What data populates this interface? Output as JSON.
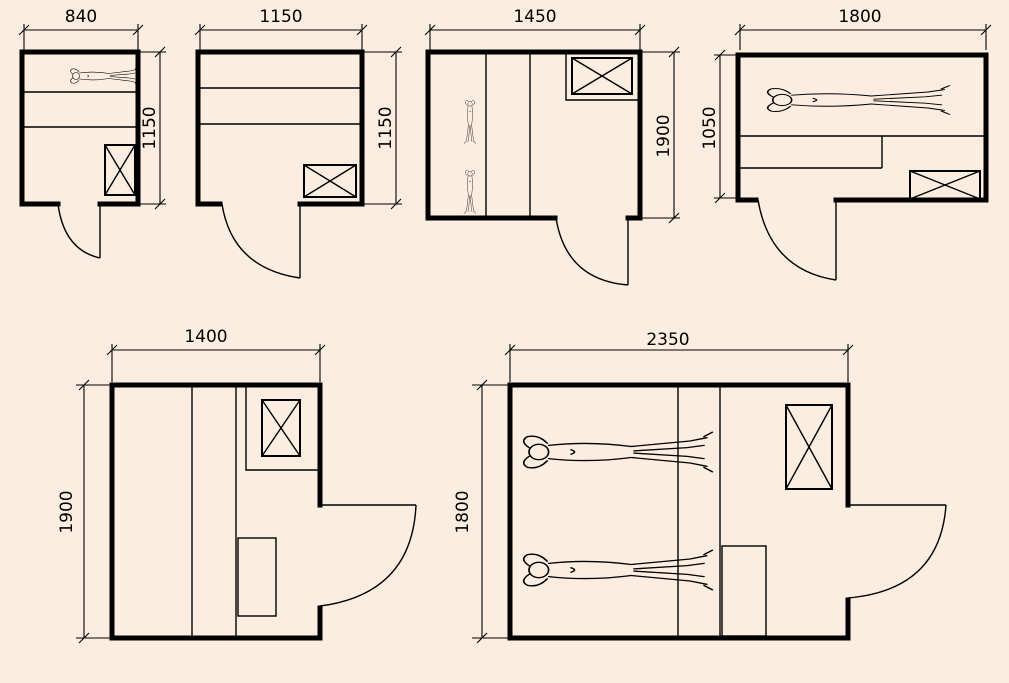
{
  "colors": {
    "background": "#fbeee0",
    "ink": "#000000"
  },
  "plans": [
    {
      "id": "plan-1",
      "width_label": "840",
      "depth_label": "1150"
    },
    {
      "id": "plan-2",
      "width_label": "1150",
      "depth_label": "1150"
    },
    {
      "id": "plan-3",
      "width_label": "1450",
      "depth_label": "1900"
    },
    {
      "id": "plan-4",
      "width_label": "1800",
      "depth_label": "1050"
    },
    {
      "id": "plan-5",
      "width_label": "1400",
      "depth_label": "1900"
    },
    {
      "id": "plan-6",
      "width_label": "2350",
      "depth_label": "1800"
    }
  ],
  "icons": [
    "stove-icon",
    "door-swing-icon",
    "reclining-person-icon",
    "dimension-line-icon"
  ]
}
